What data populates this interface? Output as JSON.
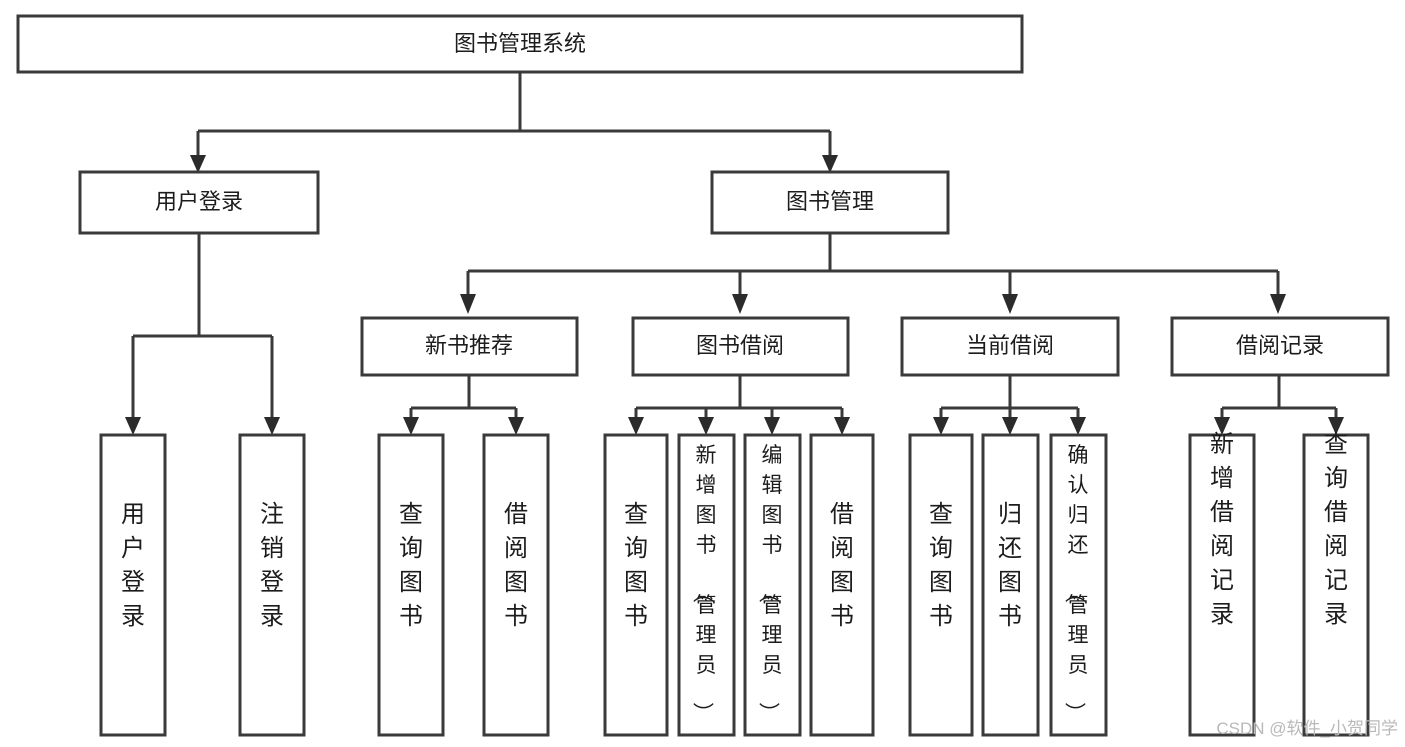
{
  "diagram": {
    "type": "tree-hierarchy",
    "title": "图书管理系统",
    "levels": 4,
    "root": {
      "id": "root",
      "label": "图书管理系统",
      "orientation": "horizontal"
    },
    "level2": [
      {
        "id": "user-login",
        "label": "用户登录",
        "orientation": "horizontal"
      },
      {
        "id": "book-manage",
        "label": "图书管理",
        "orientation": "horizontal"
      }
    ],
    "level3": [
      {
        "id": "new-book-recommend",
        "label": "新书推荐",
        "orientation": "horizontal",
        "parent": "book-manage"
      },
      {
        "id": "book-borrow",
        "label": "图书借阅",
        "orientation": "horizontal",
        "parent": "book-manage"
      },
      {
        "id": "current-borrow",
        "label": "当前借阅",
        "orientation": "horizontal",
        "parent": "book-manage"
      },
      {
        "id": "borrow-record",
        "label": "借阅记录",
        "orientation": "horizontal",
        "parent": "book-manage"
      }
    ],
    "leaves": {
      "user-login": [
        {
          "id": "leaf-user-login",
          "label": "用户登录",
          "orientation": "vertical",
          "wide": true
        },
        {
          "id": "leaf-logout-login",
          "label": "注销登录",
          "orientation": "vertical",
          "wide": true
        }
      ],
      "new-book-recommend": [
        {
          "id": "leaf-query-book-1",
          "label": "查询图书",
          "orientation": "vertical",
          "wide": true
        },
        {
          "id": "leaf-borrow-book-1",
          "label": "借阅图书",
          "orientation": "vertical",
          "wide": true
        }
      ],
      "book-borrow": [
        {
          "id": "leaf-query-book-2",
          "label": "查询图书",
          "orientation": "vertical",
          "wide": true
        },
        {
          "id": "leaf-add-book-admin",
          "label": "新增图书（管理员）",
          "orientation": "vertical",
          "wide": false
        },
        {
          "id": "leaf-edit-book-admin",
          "label": "编辑图书（管理员）",
          "orientation": "vertical",
          "wide": false
        },
        {
          "id": "leaf-borrow-book-2",
          "label": "借阅图书",
          "orientation": "vertical",
          "wide": true
        }
      ],
      "current-borrow": [
        {
          "id": "leaf-query-book-3",
          "label": "查询图书",
          "orientation": "vertical",
          "wide": true
        },
        {
          "id": "leaf-return-book",
          "label": "归还图书",
          "orientation": "vertical",
          "wide": true
        },
        {
          "id": "leaf-confirm-return-admin",
          "label": "确认归还（管理员）",
          "orientation": "vertical",
          "wide": false
        }
      ],
      "borrow-record": [
        {
          "id": "leaf-add-borrow-record",
          "label": "新增借阅记录",
          "orientation": "vertical",
          "wide": true
        },
        {
          "id": "leaf-query-borrow-record",
          "label": "查询借阅记录",
          "orientation": "vertical",
          "wide": true
        }
      ]
    }
  },
  "watermark": {
    "text": "CSDN @软件_小贺同学"
  },
  "colors": {
    "box_stroke": "#3a3a3a",
    "connector": "#3a3a3a",
    "text": "#1c1c1c",
    "background": "#ffffff",
    "watermark": "#b9b9b9"
  }
}
